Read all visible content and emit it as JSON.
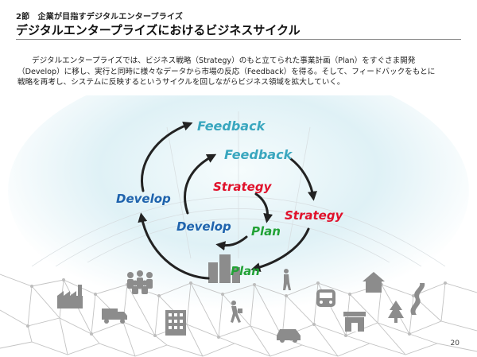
{
  "header": {
    "section_label": "2節　企業が目指すデジタルエンタープライズ",
    "title": "デジタルエンタープライズにおけるビジネスサイクル"
  },
  "intro": {
    "line1": "デジタルエンタープライズでは、ビジネス戦略（Strategy）のもと立てられた事業計画（Plan）をすぐさま開発",
    "line2": "（Develop）に移し、実行と同時に様々なデータから市場の反応（Feedback）を得る。そして、フィードバックをもとに",
    "line3": "戦略を再考し、システムに反映するというサイクルを回しながらビジネス領域を拡大していく。"
  },
  "cycle": {
    "outer": {
      "feedback": "Feedback",
      "strategy": "Strategy",
      "plan": "Plan",
      "develop": "Develop"
    },
    "inner": {
      "feedback": "Feedback",
      "strategy": "Strategy",
      "plan": "Plan",
      "develop": "Develop"
    }
  },
  "colors": {
    "feedback": "#3aa7bf",
    "strategy": "#e0112b",
    "plan": "#22a236",
    "develop": "#1f63ad",
    "arrow": "#222222",
    "network": "#c3c3c3"
  },
  "icons": [
    "factory-icon",
    "crowd-icon",
    "truck-icon",
    "office-building-icon",
    "person-walking-icon",
    "car-icon",
    "pedestrian-icon",
    "train-icon",
    "shop-icon",
    "house-icon",
    "tree-icon",
    "road-icon"
  ],
  "footer": {
    "page_number": "20"
  }
}
